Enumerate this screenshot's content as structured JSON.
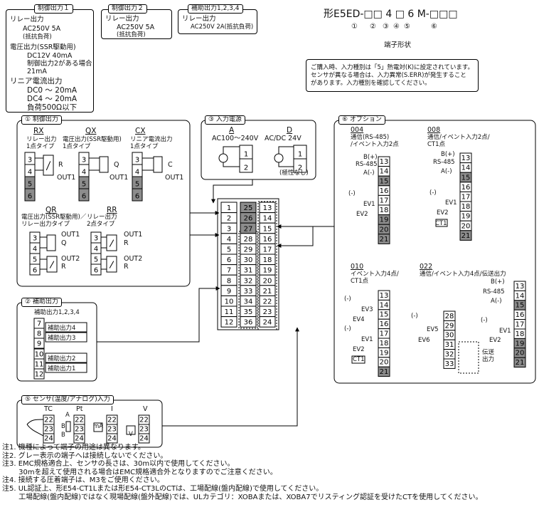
{
  "top_boxes": [
    {
      "title": "制御出力１",
      "lines": [
        "リレー出力",
        "AC250V 5A",
        "(抵抗負荷)",
        "電圧出力(SSR駆動用)",
        "DC12V 40mA",
        "制御出力2がある場合",
        "21mA",
        "リニア電流出力",
        "DC0 ～ 20mA",
        "DC4 ～ 20mA",
        "負荷500Ω以下"
      ]
    },
    {
      "title": "制御出力２",
      "lines": [
        "リレー出力",
        "AC250V 5A",
        "(抵抗負荷)"
      ]
    },
    {
      "title": "補助出力1,2,3,4",
      "lines": [
        "リレー出力",
        "AC250V 2A(抵抗負荷)"
      ]
    }
  ],
  "model": {
    "prefix": "形",
    "code": "E5ED-□□ 4 □ 6 M-□□□",
    "indices": [
      "①",
      "②",
      "③",
      "④",
      "⑤",
      "⑥"
    ],
    "terminal_shape_label": "端子形状"
  },
  "notice": [
    "ご購入時、入力種別は「5」熱電対(K)に設定されています。",
    "センサが異なる場合は、入力異常(S.ERR)が発生すること",
    "があります。入力種別を確認してください。"
  ],
  "sections": {
    "control_output": "① 制御出力",
    "power": "③ 入力電源",
    "option": "⑥ オプション",
    "aux": "② 補助出力",
    "sensor": "⑤ センサ(温度/アナログ)入力"
  },
  "control_output": {
    "rx": {
      "code": "RX",
      "desc": [
        "リレー出力",
        "1点タイプ"
      ],
      "r": "R",
      "out": "OUT1"
    },
    "qx": {
      "code": "QX",
      "desc": [
        "電圧出力(SSR駆動用)",
        "1点タイプ"
      ],
      "q": "Q",
      "out": "OUT1"
    },
    "cx": {
      "code": "CX",
      "desc": [
        "リニア電流出力",
        "1点タイプ"
      ],
      "c": "C",
      "out": "OUT1"
    },
    "qr": {
      "code": "QR",
      "desc": [
        "電圧出力(SSR駆動用)／",
        "リレー出力タイプ"
      ],
      "out1": "OUT1",
      "q": "Q",
      "out2": "OUT2",
      "r": "R"
    },
    "rr": {
      "code": "RR",
      "desc": [
        "リレー出力",
        "2点タイプ"
      ],
      "out1": "OUT1",
      "r1": "R",
      "out2": "OUT2",
      "r2": "R"
    }
  },
  "power": {
    "a_code": "A",
    "a_label": "AC100～240V",
    "d_code": "D",
    "d_label": "AC/DC 24V",
    "d_note": "(極性なし)"
  },
  "main_block": {
    "col1": [
      "1",
      "2",
      "3",
      "4",
      "5",
      "6",
      "7",
      "8",
      "9",
      "10",
      "11",
      "12"
    ],
    "col2": [
      "25",
      "26",
      "27",
      "28",
      "29",
      "30",
      "31",
      "32",
      "33",
      "34",
      "35",
      "36"
    ],
    "col3": [
      "13",
      "14",
      "15",
      "16",
      "17",
      "18",
      "19",
      "20",
      "21",
      "22",
      "23",
      "24"
    ]
  },
  "aux": {
    "header": "補助出力1,2,3,4",
    "labels": [
      "補助出力4",
      "補助出力3",
      "補助出力2",
      "補助出力1"
    ]
  },
  "sensor": {
    "tc": "TC",
    "pt": "Pt",
    "pt_a": "A",
    "pt_b1": "B",
    "pt_b2": "B",
    "i": "I",
    "v": "V",
    "ma": "mA",
    "vv": "V"
  },
  "options": {
    "o004": {
      "code": "004",
      "desc": [
        "通信(RS-485)",
        "/イベント入力2点"
      ],
      "b": "B(+)",
      "rs": "RS-485",
      "a": "A(-)",
      "ev1": "EV1",
      "ev2": "EV2",
      "minus": "(-)"
    },
    "o008": {
      "code": "008",
      "desc": [
        "通信/イベント入力2点/",
        "CT1点"
      ],
      "b": "B(+)",
      "rs": "RS-485",
      "a": "A(-)",
      "ev1": "EV1",
      "ev2": "EV2",
      "ct": "CT1",
      "minus": "(-)"
    },
    "o010": {
      "code": "010",
      "desc": [
        "イベント入力4点/",
        "CT1点"
      ],
      "ev3": "EV3",
      "ev4": "EV4",
      "ev1": "EV1",
      "ev2": "EV2",
      "ct": "CT1",
      "minus": "(-)"
    },
    "o022": {
      "code": "022",
      "desc": [
        "通信/イベント入力4点/伝送出力"
      ],
      "b": "B(+)",
      "rs": "RS-485",
      "a": "A(-)",
      "ev5": "EV5",
      "ev6": "EV6",
      "ev1": "EV1",
      "ev2": "EV2",
      "tx": [
        "伝送",
        "出力"
      ],
      "minus": "(-)"
    }
  },
  "notes": [
    "注1. 機種によって端子の用途は異なります。",
    "注2. グレー表示の端子へは接続しないでください。",
    "注3. EMC規格適合上、センサの長さは、30m以内で使用してください。",
    "　　 30mを超えて使用される場合はEMC規格適合外となりますのでご注意ください。",
    "注4. 接続する圧着端子は、M3をご使用ください。",
    "注5. UL認証上、形E54-CT1Lまたは形E54-CT3LのCTは、工場配線(盤内配線)で使用してください。",
    "　　 工場配線(盤内配線)ではなく現場配線(盤外配線)では、ULカテゴリ：XOBAまたは、XOBA7でリスティング認証を受けたCTを使用してください。"
  ],
  "colors": {
    "gray_terminal": "#8c8c8c",
    "line": "#000000",
    "bg": "#ffffff"
  }
}
